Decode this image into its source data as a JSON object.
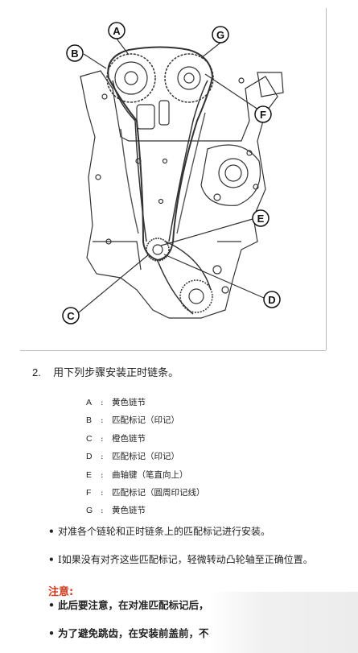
{
  "diagram": {
    "callouts": {
      "A": "A",
      "B": "B",
      "C": "C",
      "D": "D",
      "E": "E",
      "F": "F",
      "G": "G"
    }
  },
  "step": {
    "number": "2.",
    "text": "用下列步骤安装正时链条。"
  },
  "legend": [
    {
      "key": "A",
      "sep": ":",
      "desc": "黄色链节"
    },
    {
      "key": "B",
      "sep": ":",
      "desc": "匹配标记（印记）"
    },
    {
      "key": "C",
      "sep": ":",
      "desc": "橙色链节"
    },
    {
      "key": "D",
      "sep": ":",
      "desc": "匹配标记（印记）"
    },
    {
      "key": "E",
      "sep": ":",
      "desc": "曲轴键（笔直向上）"
    },
    {
      "key": "F",
      "sep": ":",
      "desc": "匹配标记（圆周印记线）"
    },
    {
      "key": "G",
      "sep": ":",
      "desc": "黄色链节"
    }
  ],
  "bullets": [
    "对准各个链轮和正时链条上的匹配标记进行安装。",
    "I如果没有对齐这些匹配标记，轻微转动凸轮轴至正确位置。"
  ],
  "note": {
    "title": "注意:",
    "items": [
      "此后要注意，在对准匹配标记后，",
      "为了避免跳齿，在安装前盖前，不"
    ]
  }
}
